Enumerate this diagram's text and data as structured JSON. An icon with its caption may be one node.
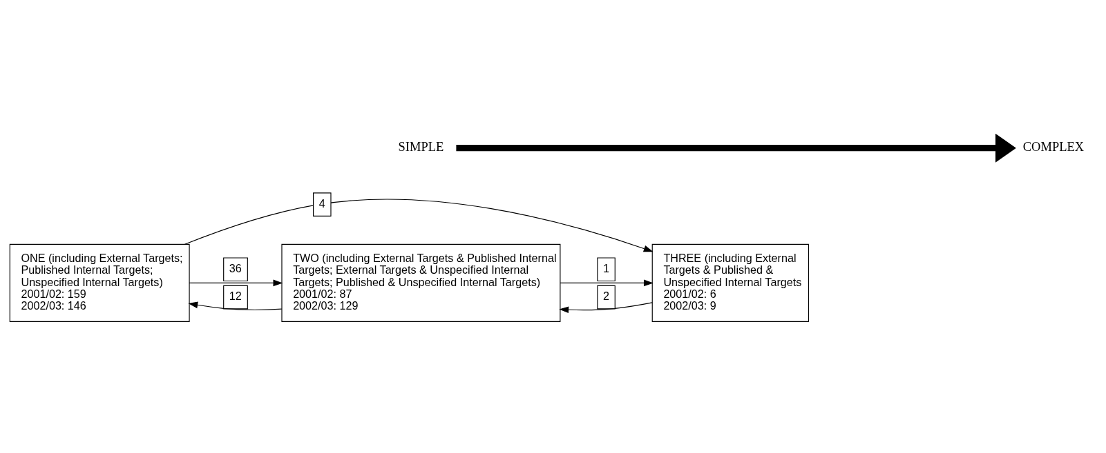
{
  "diagram": {
    "nodes": [
      {
        "text": [
          "ONE (including External Targets; Published Internal Targets; Unspecified Internal Targets)",
          "2001/02: 159",
          "2002/03: 146"
        ]
      },
      {
        "text": [
          "TWO (including External Targets & Published Internal Targets; External Targets & Unspecified Internal Targets; Published & Unspecified Internal Targets)",
          "2001/02: 87",
          "2002/03: 129"
        ]
      },
      {
        "text": [
          "THREE (including External Targets & Published & Unspecified Internal Targets",
          "2001/02: 6",
          "2002/03: 9"
        ]
      }
    ],
    "edges": [
      {
        "from": 0,
        "to": 2,
        "arrow": "to",
        "label": "4"
      },
      {
        "from": 0,
        "to": 1,
        "arrow": "to",
        "label": "36"
      },
      {
        "from": 1,
        "to": 2,
        "arrow": "to",
        "label": "1"
      },
      {
        "from": 1,
        "to": 0,
        "arrow": "to",
        "label": "12"
      },
      {
        "from": 2,
        "to": 1,
        "arrow": "to",
        "label": "2"
      }
    ],
    "labels": [
      "SIMPLE",
      "COMPLEX"
    ]
  }
}
